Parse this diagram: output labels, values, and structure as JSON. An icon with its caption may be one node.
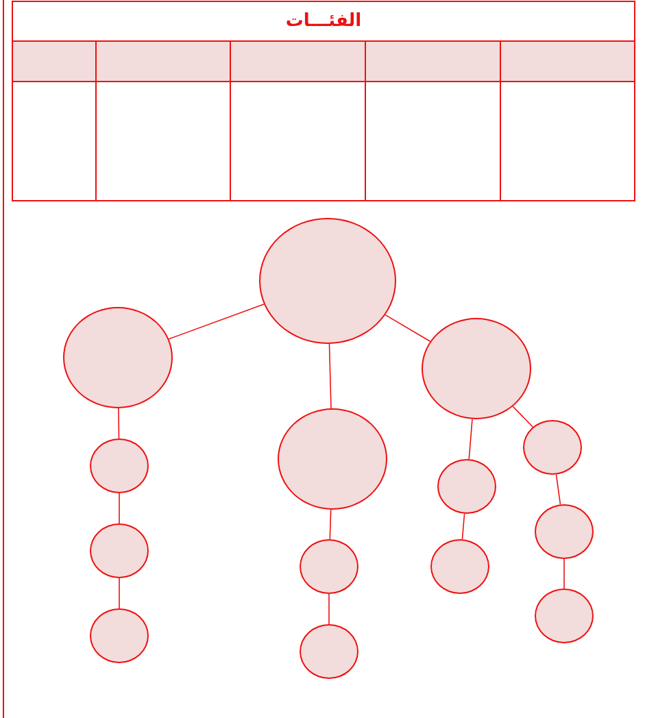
{
  "diagram": {
    "nodes": [
      {
        "text": [],
        "shape": "circle"
      },
      {
        "text": [],
        "shape": "circle"
      },
      {
        "text": [],
        "shape": "circle"
      },
      {
        "text": [],
        "shape": "circle"
      },
      {
        "text": [],
        "shape": "circle"
      },
      {
        "text": [],
        "shape": "circle"
      },
      {
        "text": [],
        "shape": "circle"
      },
      {
        "text": [],
        "shape": "circle"
      },
      {
        "text": [],
        "shape": "circle"
      },
      {
        "text": [],
        "shape": "circle"
      },
      {
        "text": [],
        "shape": "circle"
      },
      {
        "text": [],
        "shape": "circle"
      },
      {
        "text": [],
        "shape": "circle"
      },
      {
        "text": [],
        "shape": "circle"
      }
    ],
    "edges": [
      {
        "from": 0,
        "to": 1,
        "arrow": "none"
      },
      {
        "from": 0,
        "to": 2,
        "arrow": "none"
      },
      {
        "from": 0,
        "to": 3,
        "arrow": "none"
      },
      {
        "from": 1,
        "to": 4,
        "arrow": "none"
      },
      {
        "from": 4,
        "to": 8,
        "arrow": "none"
      },
      {
        "from": 8,
        "to": 12,
        "arrow": "none"
      },
      {
        "from": 2,
        "to": 9,
        "arrow": "none"
      },
      {
        "from": 9,
        "to": 13,
        "arrow": "none"
      },
      {
        "from": 3,
        "to": 6,
        "arrow": "none"
      },
      {
        "from": 6,
        "to": 10,
        "arrow": "none"
      },
      {
        "from": 3,
        "to": 5,
        "arrow": "none"
      },
      {
        "from": 5,
        "to": 7,
        "arrow": "none"
      },
      {
        "from": 7,
        "to": 11,
        "arrow": "none"
      }
    ],
    "labels": [
      "الفئـــات"
    ]
  }
}
